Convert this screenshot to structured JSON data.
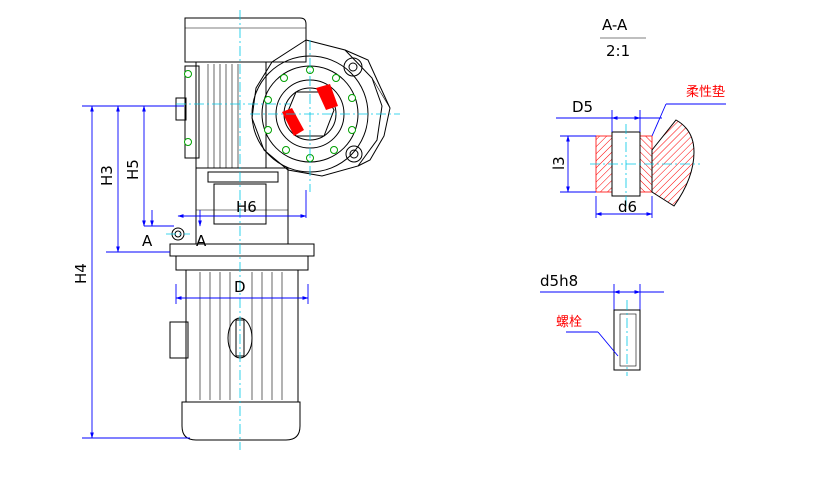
{
  "labels": {
    "h3": "H3",
    "h5": "H5",
    "h4": "H4",
    "h6": "H6",
    "d": "D",
    "a_left": "A",
    "a_right": "A",
    "section_title": "A-A",
    "scale": "2:1",
    "flexible_pad": "柔性垫",
    "d5": "D5",
    "l3": "l3",
    "d6": "d6",
    "d5h8": "d5h8",
    "bolt": "螺栓"
  },
  "colors": {
    "outline": "#000000",
    "centerline": "#00c8e6",
    "dimension": "#0000ff",
    "bolt_holes": "#00a000",
    "hatch": "#ff0000"
  }
}
